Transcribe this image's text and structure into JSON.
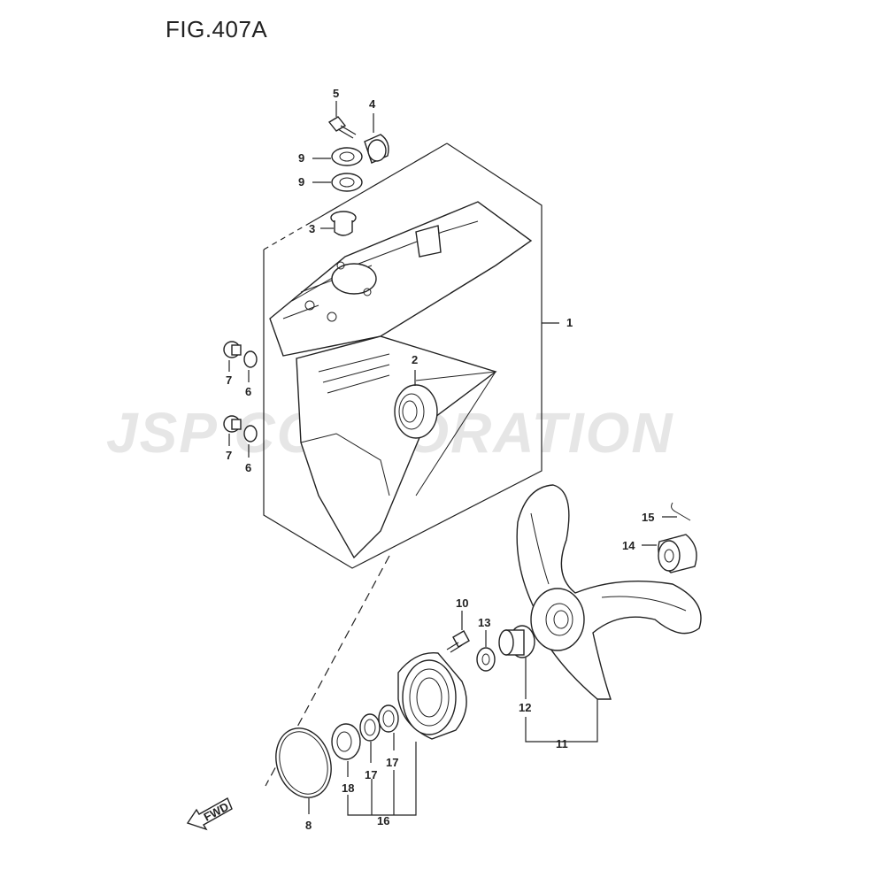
{
  "figure": {
    "title": "FIG.407A",
    "watermark": "JSP CORPORATION",
    "fwd_label": "FWD"
  },
  "callouts": [
    {
      "id": "1",
      "part": "gear case"
    },
    {
      "id": "2",
      "part": "bearing"
    },
    {
      "id": "3",
      "part": "bushing"
    },
    {
      "id": "4",
      "part": "bushing"
    },
    {
      "id": "5",
      "part": "bolt"
    },
    {
      "id": "6",
      "part": "gasket"
    },
    {
      "id": "7",
      "part": "plug"
    },
    {
      "id": "8",
      "part": "o-ring"
    },
    {
      "id": "9",
      "part": "oil seal"
    },
    {
      "id": "10",
      "part": "bolt"
    },
    {
      "id": "11",
      "part": "propeller"
    },
    {
      "id": "12",
      "part": "bushing"
    },
    {
      "id": "13",
      "part": "washer"
    },
    {
      "id": "14",
      "part": "nut"
    },
    {
      "id": "15",
      "part": "cotter pin"
    },
    {
      "id": "16",
      "part": "housing"
    },
    {
      "id": "17",
      "part": "oil seal"
    },
    {
      "id": "18",
      "part": "bearing"
    }
  ]
}
